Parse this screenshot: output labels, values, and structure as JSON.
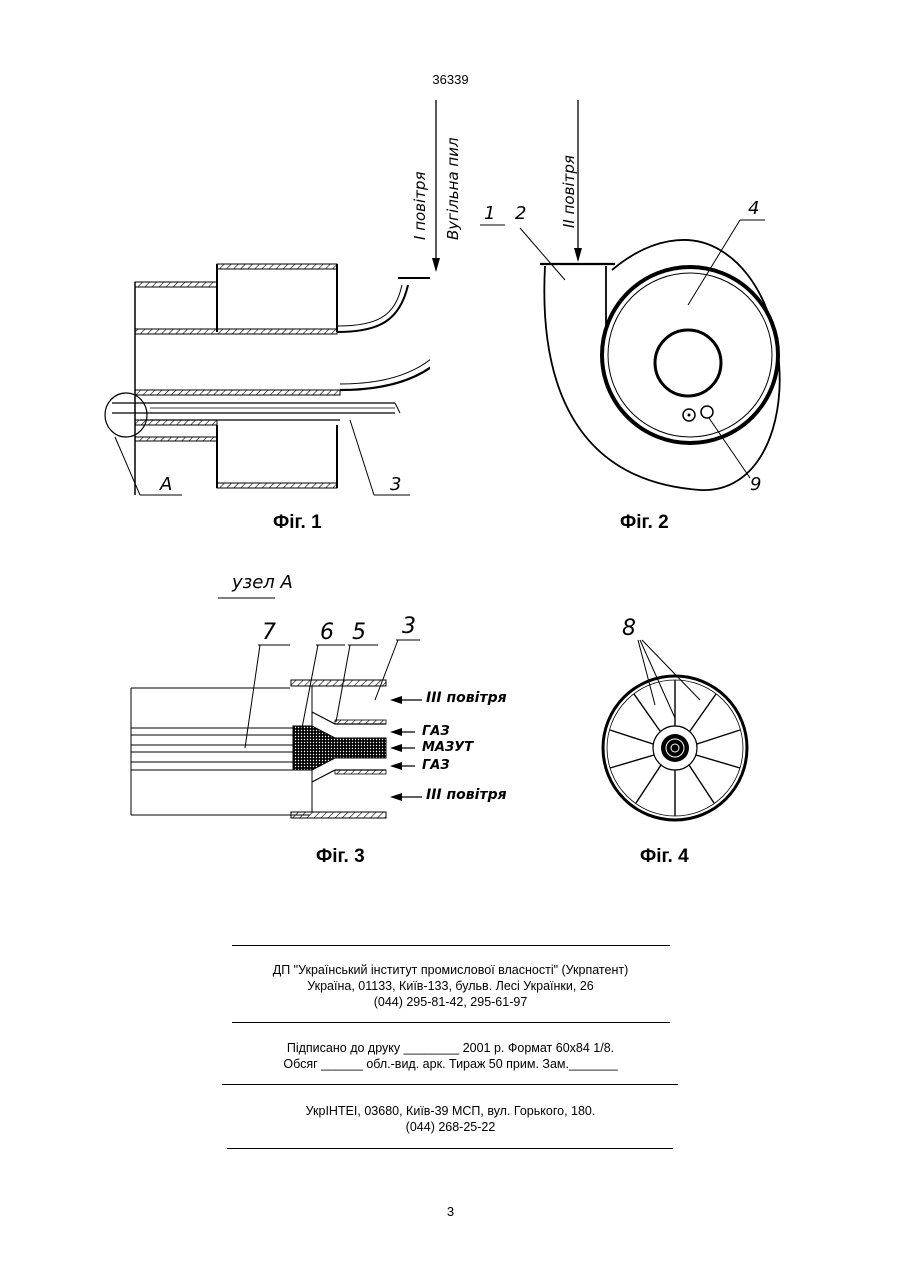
{
  "header": {
    "document_number": "36339"
  },
  "figures": {
    "fig1": {
      "caption": "Фіг. 1",
      "arrow_label_1": "I повітря",
      "arrow_label_2": "Вугільна пил",
      "callouts": {
        "n1": "1",
        "n3": "3",
        "detail": "А"
      }
    },
    "fig2": {
      "caption": "Фіг. 2",
      "arrow_label": "II повітря",
      "callouts": {
        "n2": "2",
        "n4": "4",
        "n9": "9"
      }
    },
    "fig3": {
      "caption": "Фіг. 3",
      "title": "узел А",
      "callouts": {
        "n7": "7",
        "n6": "6",
        "n5": "5",
        "n3": "3"
      },
      "labels": {
        "air_top": "III повітря",
        "gas_top": "ГАЗ",
        "mazut": "МАЗУТ",
        "gas_bottom": "ГАЗ",
        "air_bottom": "III повітря"
      }
    },
    "fig4": {
      "caption": "Фіг. 4",
      "callouts": {
        "n8": "8"
      }
    }
  },
  "imprint": {
    "org_line": "ДП \"Український інститут промислової власності\" (Укрпатент)",
    "address_line": "Україна, 01133, Київ-133, бульв. Лесі Українки, 26",
    "phone_line": "(044) 295-81-42, 295-61-97",
    "signed_line": "Підписано до друку ________ 2001 р.  Формат 60х84 1/8.",
    "volume_line": "Обсяг ______ обл.-вид. арк.  Тираж 50 прим.  Зам._______",
    "printer_line": "УкрІНТЕІ, 03680, Київ-39 МСП, вул. Горького, 180.",
    "printer_phone": "(044) 268-25-22"
  },
  "footer": {
    "page_number": "3"
  }
}
